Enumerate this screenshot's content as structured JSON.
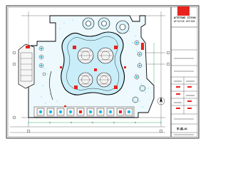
{
  "drawing": {
    "title": "平—图—01",
    "studio_brand": {
      "logo_text": "设计",
      "name_cn": "ΑΓΕΤΠΟΣ ΙΞΥΛΘ",
      "name_en": "ΔΕΤΔΤΑΘ ΩΕΣΙΟΝ"
    }
  },
  "colors": {
    "background": "#ffffff",
    "line": "#000000",
    "hatch": "#00b7e8",
    "accent": "#e8231e",
    "dimension": "#00a651",
    "grid": "#3a3a3a"
  },
  "icons": [
    "north-arrow-icon",
    "logo-seal"
  ]
}
